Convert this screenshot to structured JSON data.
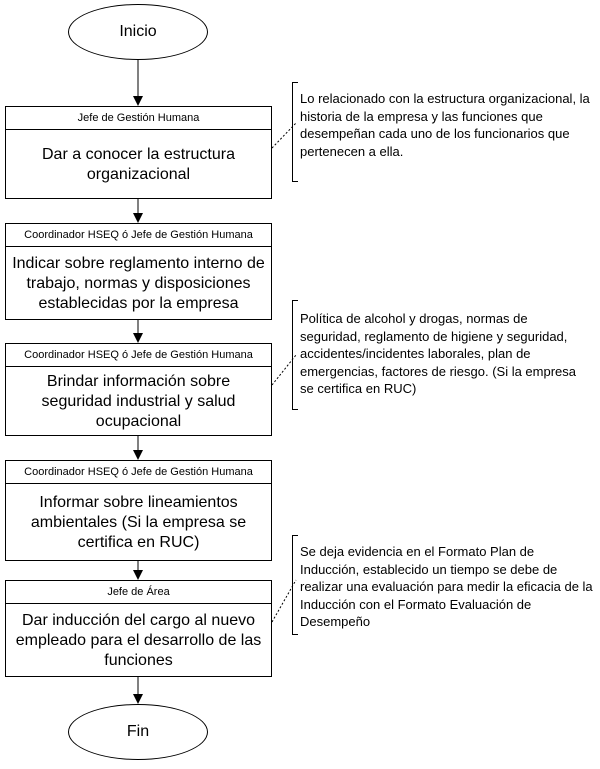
{
  "start": "Inicio",
  "end": "Fin",
  "steps": [
    {
      "role": "Jefe de Gestión Humana",
      "text": "Dar a conocer la estructura organizacional"
    },
    {
      "role": "Coordinador HSEQ ó Jefe de Gestión Humana",
      "text": "Indicar sobre reglamento interno de trabajo, normas y disposiciones establecidas por la empresa"
    },
    {
      "role": "Coordinador HSEQ ó Jefe de Gestión Humana",
      "text": "Brindar información sobre seguridad industrial y salud ocupacional"
    },
    {
      "role": "Coordinador HSEQ ó Jefe de Gestión Humana",
      "text": "Informar sobre lineamientos ambientales (Si la empresa se certifica en RUC)"
    },
    {
      "role": "Jefe de Área",
      "text": "Dar inducción del cargo al nuevo empleado para el desarrollo de las funciones"
    }
  ],
  "notes": [
    "Lo relacionado con la estructura organizacional, la historia de la empresa y las funciones que desempeñan cada uno de los funcionarios que pertenecen a ella.",
    "Política de alcohol y drogas, normas de seguridad, reglamento de higiene y seguridad, accidentes/incidentes laborales, plan de emergencias, factores de riesgo. (Si la empresa se certifica en RUC)",
    "Se deja evidencia en el Formato Plan de Inducción, establecido un tiempo se debe de realizar una evaluación para medir la eficacia de la Inducción con el Formato Evaluación de Desempeño"
  ]
}
